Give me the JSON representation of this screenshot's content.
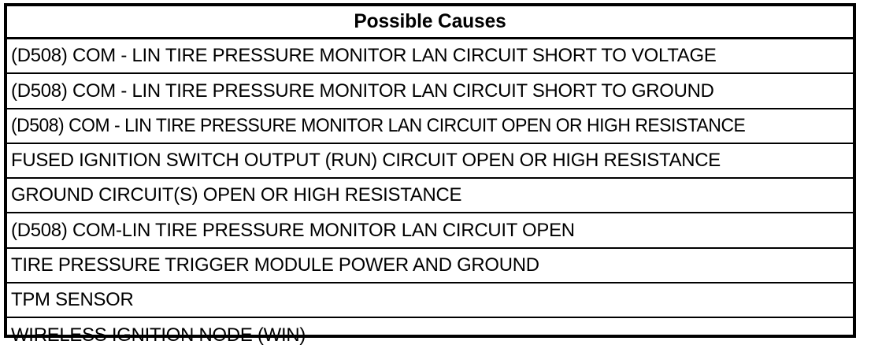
{
  "table": {
    "header": "Possible Causes",
    "rows": [
      {
        "text": "(D508) COM - LIN TIRE PRESSURE MONITOR LAN CIRCUIT SHORT TO VOLTAGE"
      },
      {
        "text": "(D508) COM - LIN TIRE PRESSURE MONITOR LAN CIRCUIT SHORT TO GROUND"
      },
      {
        "text": "(D508) COM - LIN TIRE PRESSURE MONITOR LAN CIRCUIT OPEN OR HIGH RESISTANCE"
      },
      {
        "text": "FUSED IGNITION SWITCH OUTPUT (RUN) CIRCUIT OPEN OR HIGH RESISTANCE"
      },
      {
        "text": "GROUND CIRCUIT(S) OPEN OR HIGH RESISTANCE"
      },
      {
        "text": "(D508) COM-LIN TIRE PRESSURE MONITOR LAN CIRCUIT OPEN"
      },
      {
        "text": "TIRE PRESSURE TRIGGER MODULE POWER AND GROUND"
      },
      {
        "text": "TPM SENSOR"
      },
      {
        "text": "WIRELESS IGNITION NODE (WIN)"
      }
    ]
  },
  "colors": {
    "border": "#000000",
    "background": "#ffffff",
    "text": "#000000"
  }
}
